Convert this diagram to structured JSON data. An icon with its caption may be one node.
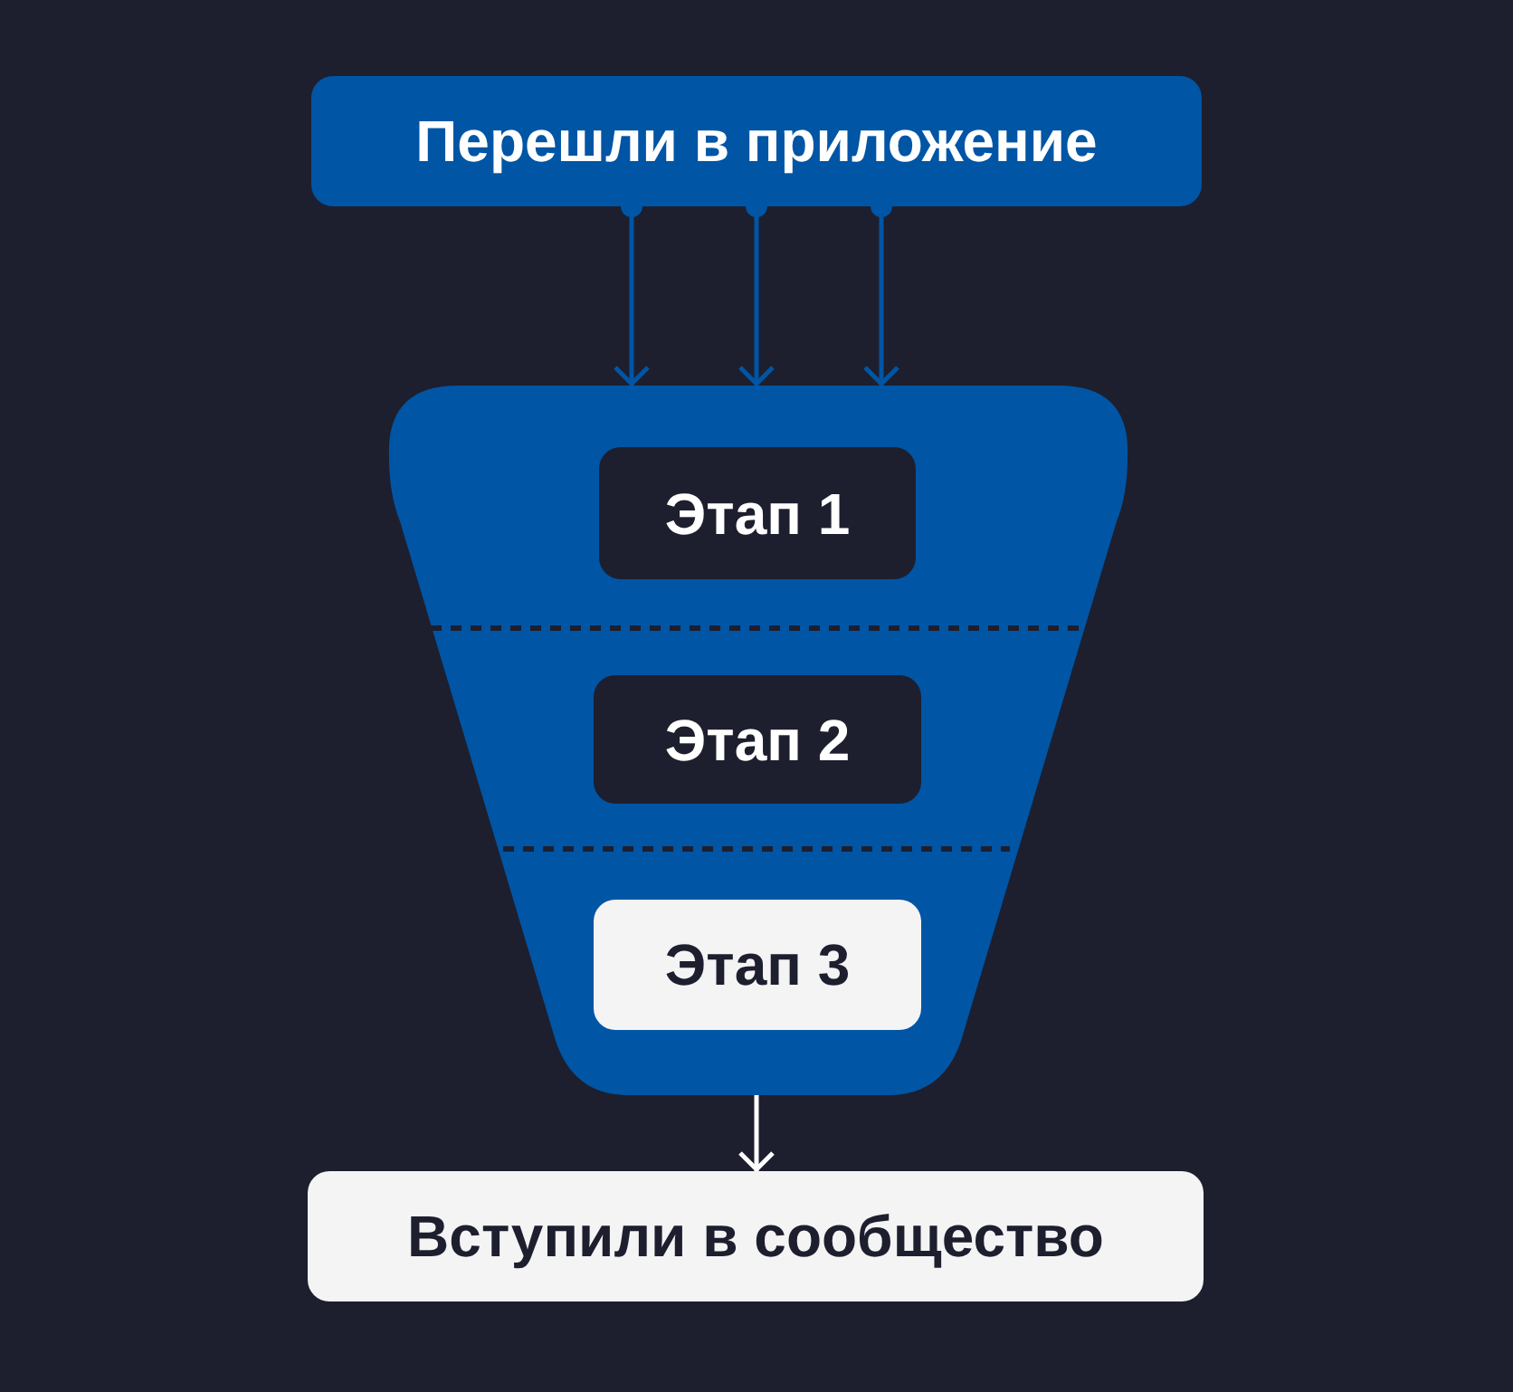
{
  "diagram": {
    "nodes": [
      {
        "text": [
          "Перешли в приложение"
        ]
      },
      {
        "text": [],
        "shape": "funnel"
      },
      {
        "text": [
          "Этап 1"
        ],
        "in": 1
      },
      {
        "text": [
          "Этап 2"
        ],
        "in": 1
      },
      {
        "text": [
          "Этап 3"
        ],
        "in": 1
      },
      {
        "text": [
          "Вступили в сообщество"
        ]
      }
    ],
    "edges": [
      {
        "from": 0,
        "to": 1,
        "arrow": "to"
      },
      {
        "from": 0,
        "to": 1,
        "arrow": "to"
      },
      {
        "from": 0,
        "to": 1,
        "arrow": "to"
      },
      {
        "from": 4,
        "to": 5,
        "arrow": "to",
        "color": "#ffffff"
      }
    ]
  }
}
